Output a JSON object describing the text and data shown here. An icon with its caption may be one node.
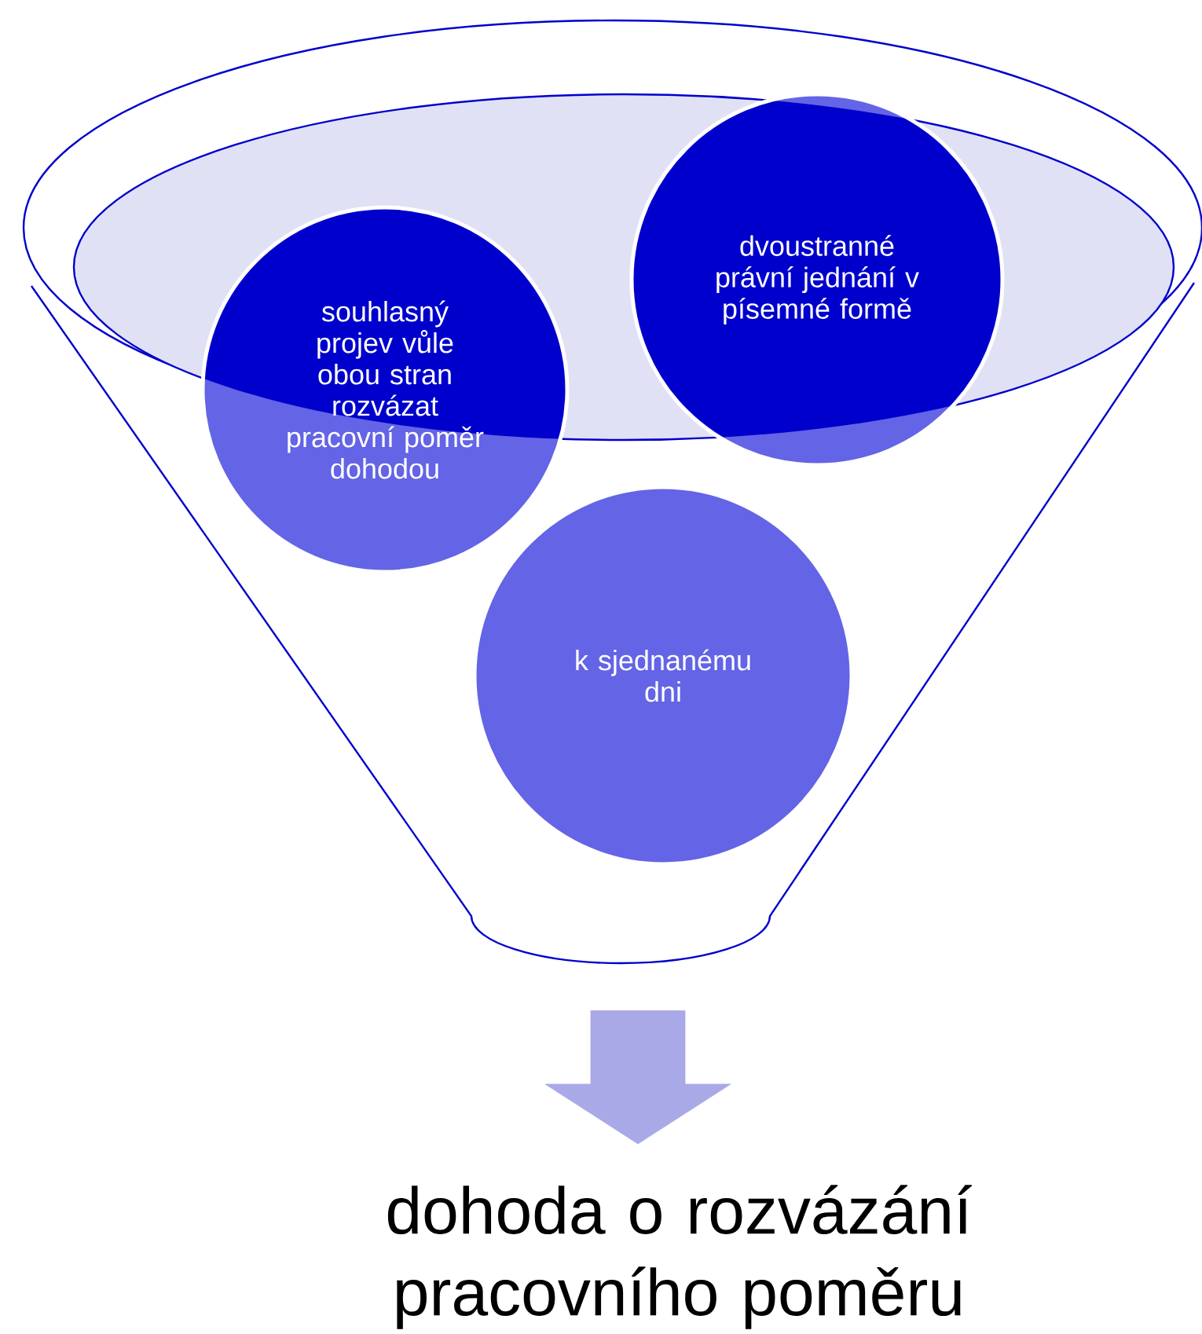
{
  "diagram": {
    "nodes": [
      {
        "text": [],
        "shape": "funnel"
      },
      {
        "text": [
          "souhlasný projev vůle obou stran rozvázat pracovní poměr dohodou"
        ],
        "in": 0
      },
      {
        "text": [
          "dvoustranné právní jednání v písemné formě"
        ],
        "in": 0
      },
      {
        "text": [
          "k sjednanému dni"
        ],
        "in": 0
      },
      {
        "text": [
          "dohoda o rozvázání pracovního poměru"
        ]
      }
    ],
    "edges": [
      {
        "from": 0,
        "to": 4,
        "arrow": "to"
      }
    ]
  }
}
